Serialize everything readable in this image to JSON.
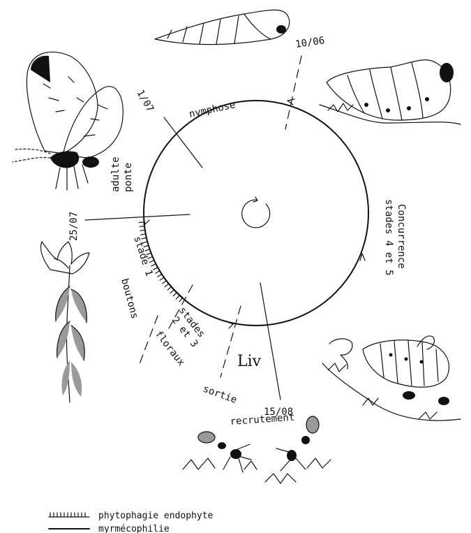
{
  "cycle": {
    "dates": {
      "d1": "10/06",
      "d2": "1/07",
      "d3": "25/07",
      "d4": "15/08"
    },
    "phases": {
      "nymphose": "nymphose",
      "adulte": "adulte",
      "ponte": "ponte",
      "stade1": "stade 1",
      "boutons": "boutons",
      "stades23_a": "stades",
      "stades23_b": "2 et 3",
      "stades23_c": "floraux",
      "sortie": "sortie",
      "recrutement": "recrutement",
      "liv": "Liv",
      "stades45": "stades 4 et 5",
      "concurrence": "Concurrence"
    }
  },
  "legend": {
    "item1": "phytophagie endophyte",
    "item2": "myrmécophilie"
  },
  "illustrations": [
    "chrysalis",
    "caterpillar",
    "butterfly",
    "flower-bud-plant",
    "caterpillar-with-ants",
    "ants"
  ]
}
